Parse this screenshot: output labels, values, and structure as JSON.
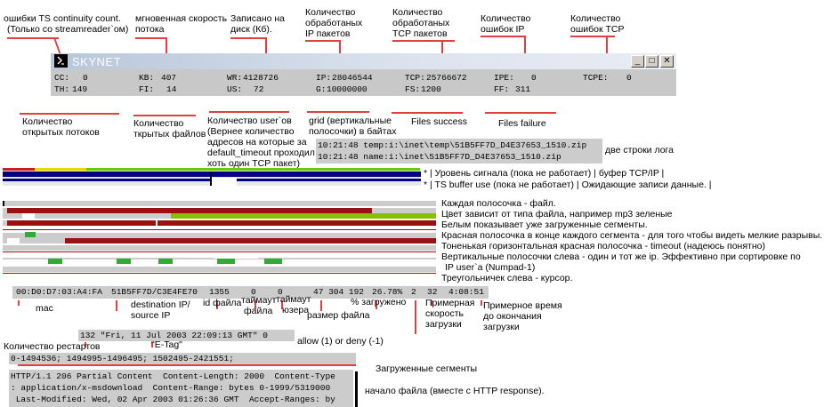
{
  "window": {
    "title": "SKYNET",
    "buttons": {
      "minimize": "_",
      "maximize": "□",
      "close": "✕"
    }
  },
  "stats": {
    "row1": [
      {
        "label": "CC:",
        "value": "0"
      },
      {
        "label": "KB:",
        "value": "407"
      },
      {
        "label": "WR:",
        "value": "4128726"
      },
      {
        "label": "IP:",
        "value": "28046544"
      },
      {
        "label": "TCP:",
        "value": "25766672"
      },
      {
        "label": "IPE:",
        "value": "0"
      },
      {
        "label": "TCPE:",
        "value": "0"
      }
    ],
    "row2": [
      {
        "label": "TH:",
        "value": "149"
      },
      {
        "label": "FI:",
        "value": "14"
      },
      {
        "label": "US:",
        "value": "72"
      },
      {
        "label": "G:",
        "value": "10000000"
      },
      {
        "label": "FS:",
        "value": "1200"
      },
      {
        "label": "FF:",
        "value": "311"
      }
    ]
  },
  "annotations_top": [
    "ошибки TS continuity count.",
    "(Только со streamreader`ом)",
    "мгновенная скорость",
    "потока",
    "Записано на",
    "диск (Кб).",
    "Количество",
    "обработаных",
    "IP пакетов",
    "Количество",
    "обработаных",
    "TCP пакетов",
    "Количество",
    "ошибок IP",
    "Количество",
    "ошибок TCP"
  ],
  "annotations_below": {
    "threads": [
      "Количество",
      "открытых потоков"
    ],
    "files": [
      "Количество",
      "ткрытых файлов"
    ],
    "users": [
      "Количество user`ов",
      "(Вернее количество",
      "адресов на которые за",
      " default_timeout проходил",
      "хоть один TCP пакет)"
    ],
    "grid": [
      "grid (вертикальные",
      "полосочки) в байтах"
    ],
    "success": "Files success",
    "failure": "Files failure"
  },
  "log": {
    "lines": [
      "10:21:48 temp:i:\\inet\\temp\\51B5FF7D_D4E37653_1510.zip",
      "10:21:48 name:i:\\inet\\51B5FF7D_D4E37653_1510.zip"
    ],
    "note": "две строки лога"
  },
  "buffer_legend": [
    "* | Уровень сигнала (пока не работает) | буфер TCP/IP |",
    "* | TS buffer use (пока не работает) | Ожидающие записи данные. |"
  ],
  "file_legend": [
    "Каждая полосочка - файл.",
    "Цвет зависит от типа файла, например mp3 зеленые",
    "Белым показывает уже загруженные сегменты.",
    "Красная полосочка в конце каждого сегмента - для того чтобы видеть мелкие разрывы.",
    "Тоненькая горизонтальная красная полосочка - timeout (надеюсь понятно)",
    "Вертикальные полосочки слева - один и тот же ip. Эффективно при сортировке по",
    "IP user`а (Numpad-1)",
    "Треугольничек слева - курсор."
  ],
  "info_line": {
    "mac": "00:D0:D7:03:A4:FA",
    "dest": "51B5FF7D/C3E4FE70",
    "id": "1355",
    "timeout_file": "0",
    "timeout_user": "0",
    "size": "47 304 192",
    "percent": "26.78%",
    "allow": "2",
    "speed": "32",
    "eta": "4:08:51"
  },
  "info_labels": {
    "mac": "mac",
    "dest": [
      "destination IP/",
      "source IP"
    ],
    "id": "id файла",
    "timeout_file": [
      "таймаут",
      "файла"
    ],
    "timeout_user": [
      "таймаут",
      "юзера"
    ],
    "size": "размер файла",
    "percent": "% загружено",
    "speed": [
      "Примерная",
      "скорость",
      "загрузки"
    ],
    "eta": [
      "Примерное время",
      "до окончания",
      "загрузки"
    ],
    "allow": "allow (1) or deny (-1)"
  },
  "etag": {
    "text": "132 \"Fri, 11 Jul 2003 22:09:13 GMT\" 0",
    "restarts_label": "Количество рестартов",
    "etag_label": "\"E-Tag\""
  },
  "segments": {
    "text": "0-1494536; 1494995-1496495; 1502495-2421551;",
    "label": "Загруженные сегменты"
  },
  "http": {
    "lines": [
      "HTTP/1.1 206 Partial Content  Content-Length: 2000  Content-Type",
      ": application/x-msdownload  Content-Range: bytes 0-1999/5319000",
      " Last-Modified: Wed, 02 Apr 2003 01:26:36 GMT  Accept-Ranges: by"
    ],
    "label": "начало файла (вместе с HTTP response)."
  },
  "colors": {
    "red": "#e04040",
    "darkred": "#9b1010",
    "green": "#88c000",
    "navy": "#000080",
    "panel": "#cccccc"
  }
}
